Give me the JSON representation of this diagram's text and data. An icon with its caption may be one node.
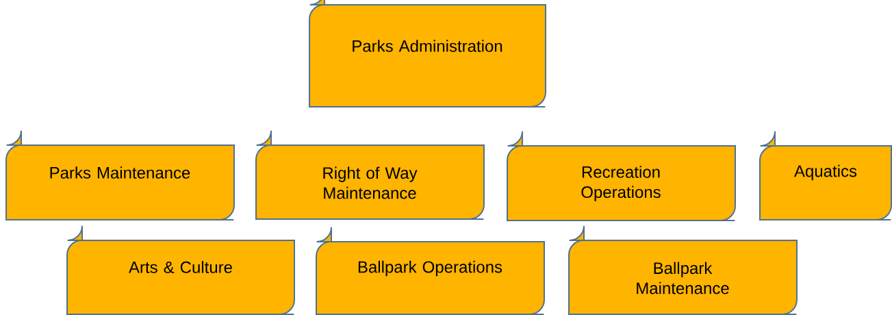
{
  "diagram": {
    "nodes": [
      {
        "text": [
          "Parks Administration"
        ]
      },
      {
        "text": [
          "Parks Maintenance"
        ]
      },
      {
        "text": [
          "Right of Way Maintenance"
        ]
      },
      {
        "text": [
          "Recreation Operations"
        ]
      },
      {
        "text": [
          "Aquatics"
        ]
      },
      {
        "text": [
          "Arts & Culture"
        ]
      },
      {
        "text": [
          "Ballpark Operations"
        ]
      },
      {
        "text": [
          "Ballpark Maintenance"
        ]
      }
    ]
  }
}
